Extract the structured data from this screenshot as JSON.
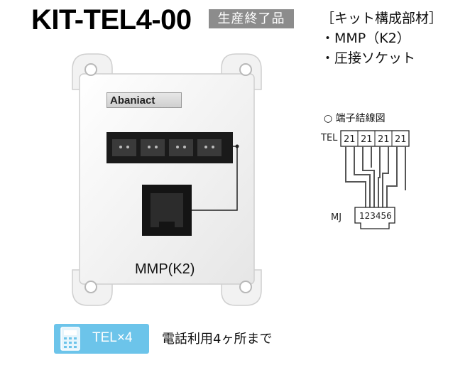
{
  "header": {
    "model": "KIT-TEL4-00",
    "status_badge": "生産終了品"
  },
  "kit_contents": {
    "heading": "［キット構成部材］",
    "items": [
      "・MMP（K2）",
      "・圧接ソケット"
    ]
  },
  "product": {
    "brand": "Abaniact",
    "panel_label": "MMP(K2)"
  },
  "wiring": {
    "title": "○ 端子結線図",
    "tel_label": "TEL",
    "tel_pins": [
      "21",
      "21",
      "21",
      "21"
    ],
    "mj_label": "MJ",
    "mj_pins": "123456"
  },
  "footer": {
    "tel_count": "TEL×4",
    "description": "電話利用4ヶ所まで"
  }
}
